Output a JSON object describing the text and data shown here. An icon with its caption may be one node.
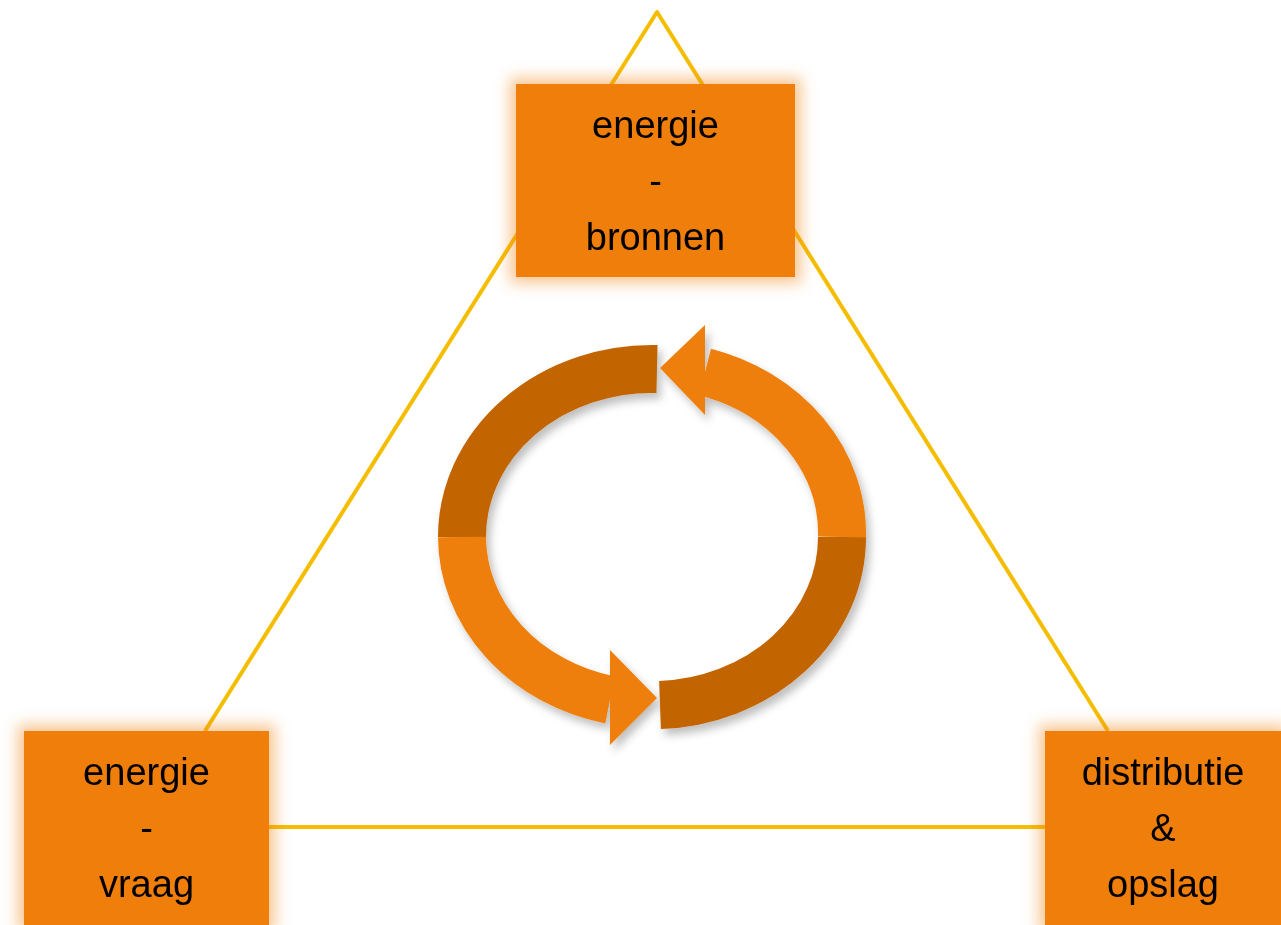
{
  "diagram": {
    "nodes": [
      {
        "text": [
          "energie - bronnen"
        ]
      },
      {
        "text": [
          "energie - vraag"
        ]
      },
      {
        "text": [
          "distributie & opslag"
        ]
      }
    ],
    "edges": [
      {
        "from": 0,
        "to": 1,
        "arrow": "none"
      },
      {
        "from": 0,
        "to": 2,
        "arrow": "none"
      },
      {
        "from": 1,
        "to": 2,
        "arrow": "none"
      }
    ]
  }
}
